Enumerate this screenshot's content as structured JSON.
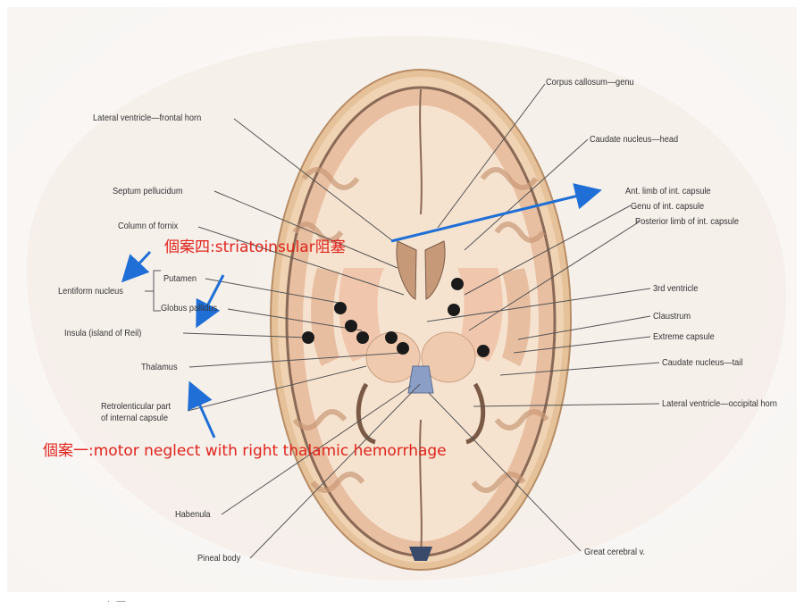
{
  "labels": {
    "corpus_callosum_genu": "Corpus callosum—genu",
    "lateral_ventricle_frontal_horn": "Lateral ventricle—frontal horn",
    "caudate_nucleus_head": "Caudate nucleus—head",
    "septum_pellucidum": "Septum pellucidum",
    "ant_limb_int_capsule": "Ant. limb of int. capsule",
    "genu_int_capsule": "Genu of int. capsule",
    "column_of_fornix": "Column of fornix",
    "posterior_limb_int_capsule": "Posterior limb of int. capsule",
    "putamen": "Putamen",
    "lentiform_nucleus": "Lentiform nucleus",
    "globus_pallidus": "Globus pallidus",
    "third_ventricle": "3rd ventricle",
    "insula": "Insula (island of Reil)",
    "claustrum": "Claustrum",
    "extreme_capsule": "Extreme capsule",
    "thalamus": "Thalamus",
    "caudate_nucleus_tail": "Caudate nucleus—tail",
    "retrolenticular_1": "Retrolenticular part",
    "retrolenticular_2": "of internal capsule",
    "lateral_ventricle_occipital": "Lateral ventricle—occipital horn",
    "habenula": "Habenula",
    "pineal_body": "Pineal body",
    "great_cerebral_v": "Great cerebral v."
  },
  "annotations": {
    "case4": "個案四:striatoinsular阻塞",
    "case1": "個案一:motor neglect with right thalamic hemorrhage"
  },
  "footer_text": "· —         ",
  "colors": {
    "annotation_red": "#e0231c",
    "arrow_blue": "#1f6fd6",
    "lesion_dot": "#1a1a1a",
    "brain_tissue": "#f3d9c0",
    "white_matter": "#f7e6d2",
    "skull": "#e9c9a6"
  }
}
